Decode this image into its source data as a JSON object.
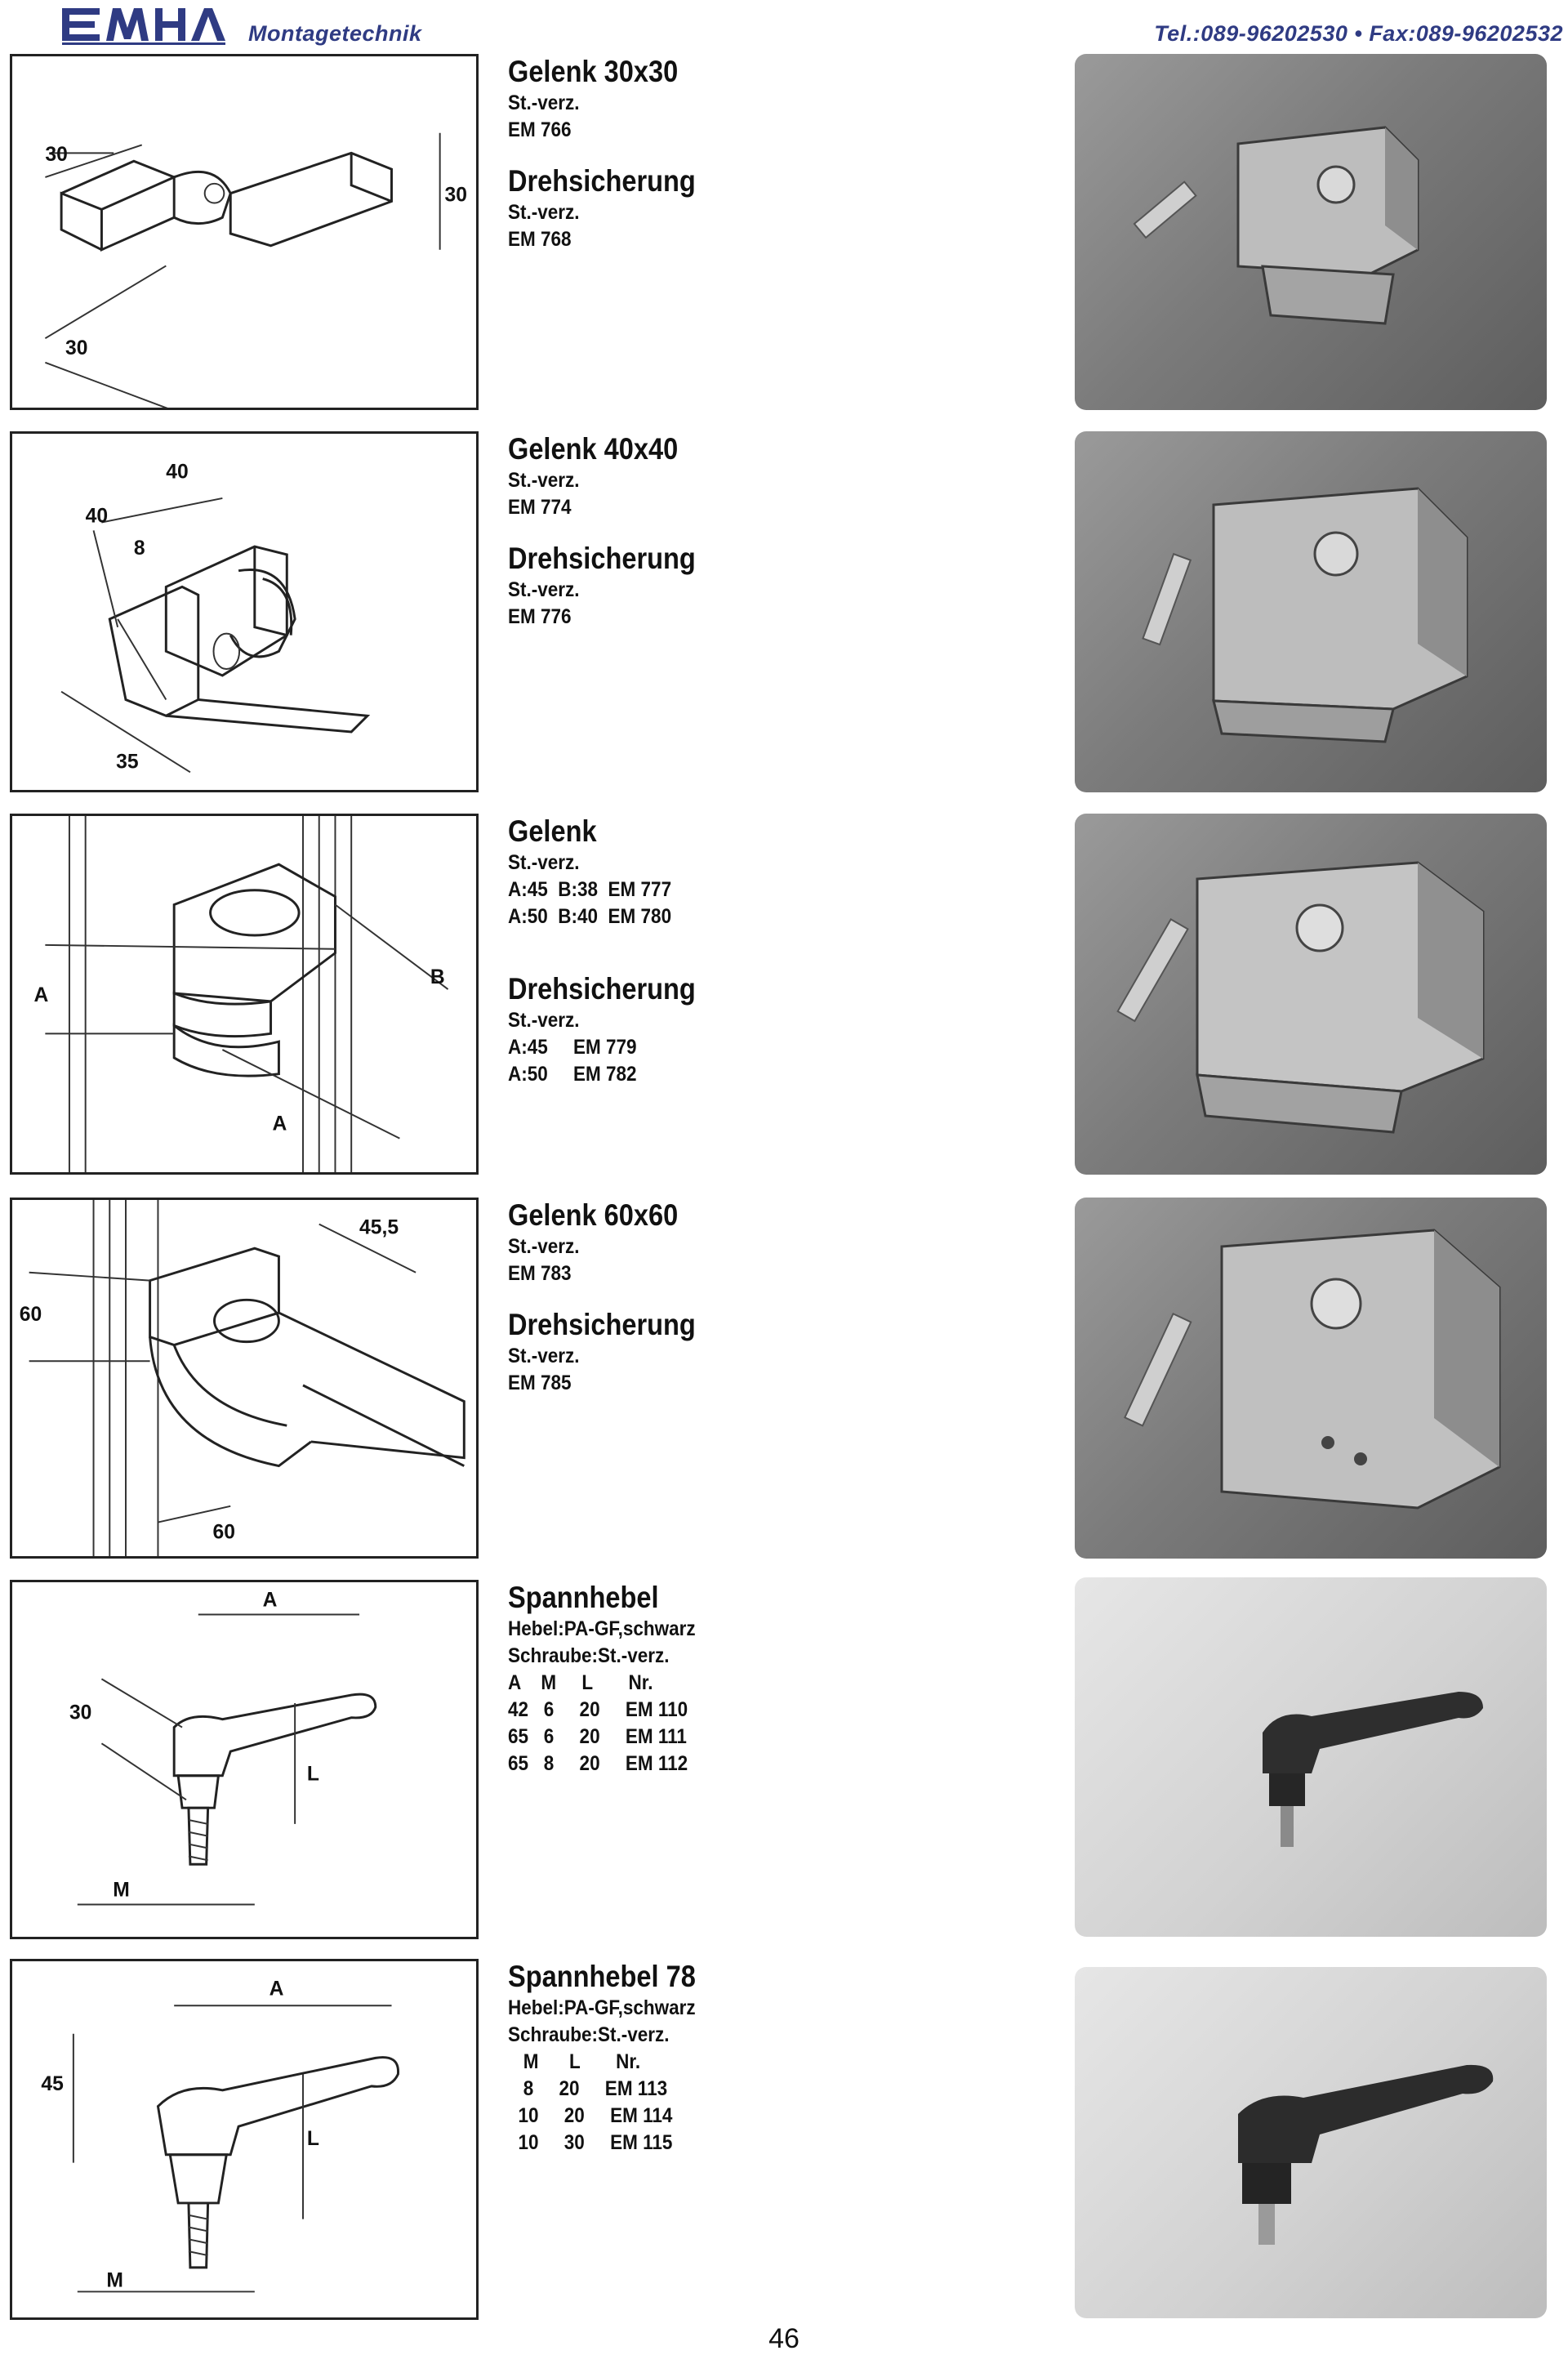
{
  "header": {
    "brand": "Montagetechnik",
    "contact": "Tel.:089-96202530 • Fax:089-96202532"
  },
  "products": [
    {
      "title1": "Gelenk 30x30",
      "lines1": [
        "St.-verz.",
        "EM 766"
      ],
      "title2": "Drehsicherung",
      "lines2": [
        "St.-verz.",
        "EM 768"
      ],
      "dims": [
        "30",
        "30",
        "30"
      ]
    },
    {
      "title1": "Gelenk 40x40",
      "lines1": [
        "St.-verz.",
        "EM 774"
      ],
      "title2": "Drehsicherung",
      "lines2": [
        "St.-verz.",
        "EM 776"
      ],
      "dims": [
        "40",
        "40",
        "8",
        "35"
      ]
    },
    {
      "title1": "Gelenk",
      "lines1": [
        "St.-verz.",
        "A:45  B:38  EM 777",
        "A:50  B:40  EM 780"
      ],
      "title2": "Drehsicherung",
      "lines2": [
        "St.-verz.",
        "A:45     EM 779",
        "A:50     EM 782"
      ],
      "dims": [
        "A",
        "B",
        "A"
      ]
    },
    {
      "title1": "Gelenk 60x60",
      "lines1": [
        "St.-verz.",
        "EM 783"
      ],
      "title2": "Drehsicherung",
      "lines2": [
        "St.-verz.",
        "EM 785"
      ],
      "dims": [
        "45,5",
        "60",
        "60"
      ]
    },
    {
      "title1": "Spannhebel",
      "lines1": [
        "Hebel:PA-GF,schwarz",
        "Schraube:St.-verz.",
        "A    M     L       Nr.",
        "42   6     20     EM 110",
        "65   6     20     EM 111",
        "65   8     20     EM 112"
      ],
      "title2": "",
      "lines2": [],
      "dims": [
        "A",
        "30",
        "L",
        "M"
      ]
    },
    {
      "title1": "Spannhebel 78",
      "lines1": [
        "Hebel:PA-GF,schwarz",
        "Schraube:St.-verz.",
        "   M      L       Nr.",
        "   8     20     EM 113",
        "  10     20     EM 114",
        "  10     30     EM 115"
      ],
      "title2": "",
      "lines2": [],
      "dims": [
        "A",
        "45",
        "L",
        "M"
      ]
    }
  ],
  "page_number": "46",
  "colors": {
    "brand_blue": "#2f3b83"
  }
}
